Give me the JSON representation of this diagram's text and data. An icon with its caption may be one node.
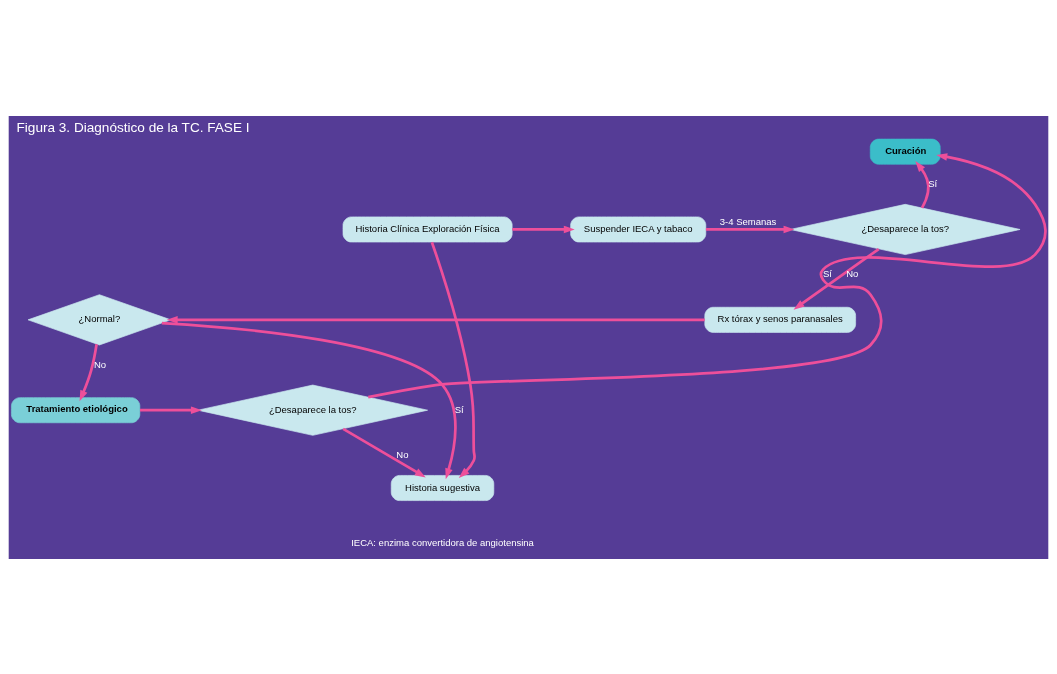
{
  "diagram": {
    "title": "Figura 3. Diagnóstico de la TC. FASE I",
    "caption": "IECA: enzima convertidora de angiotensina",
    "nodes": [
      {
        "text": [
          "Historia Clínica Exploración Física"
        ]
      },
      {
        "text": [
          "Suspender IECA y tabaco"
        ]
      },
      {
        "text": [
          "¿Desaparece la tos?"
        ]
      },
      {
        "text": [
          "Curación"
        ]
      },
      {
        "text": [
          "Rx tórax y senos paranasales"
        ]
      },
      {
        "text": [
          "¿Normal?"
        ]
      },
      {
        "text": [
          "Tratamiento etiológico"
        ]
      },
      {
        "text": [
          "¿Desaparece la tos?"
        ]
      },
      {
        "text": [
          "Historia sugestiva"
        ]
      }
    ],
    "edges": [
      {
        "from": 0,
        "to": 1,
        "arrow": "to"
      },
      {
        "from": 1,
        "to": 2,
        "arrow": "to",
        "label": "3-4 Semanas"
      },
      {
        "from": 2,
        "to": 3,
        "arrow": "to",
        "label": "Sí"
      },
      {
        "from": 2,
        "to": 4,
        "arrow": "to",
        "label": "No"
      },
      {
        "from": 4,
        "to": 5,
        "arrow": "to"
      },
      {
        "from": 0,
        "to": 8,
        "arrow": "to"
      },
      {
        "from": 5,
        "to": 8,
        "arrow": "to",
        "label": "Sí"
      },
      {
        "from": 5,
        "to": 6,
        "arrow": "to",
        "label": "No"
      },
      {
        "from": 6,
        "to": 7,
        "arrow": "to"
      },
      {
        "from": 7,
        "to": 3,
        "arrow": "to",
        "label": "Sí"
      },
      {
        "from": 7,
        "to": 8,
        "arrow": "to",
        "label": "No"
      }
    ]
  }
}
